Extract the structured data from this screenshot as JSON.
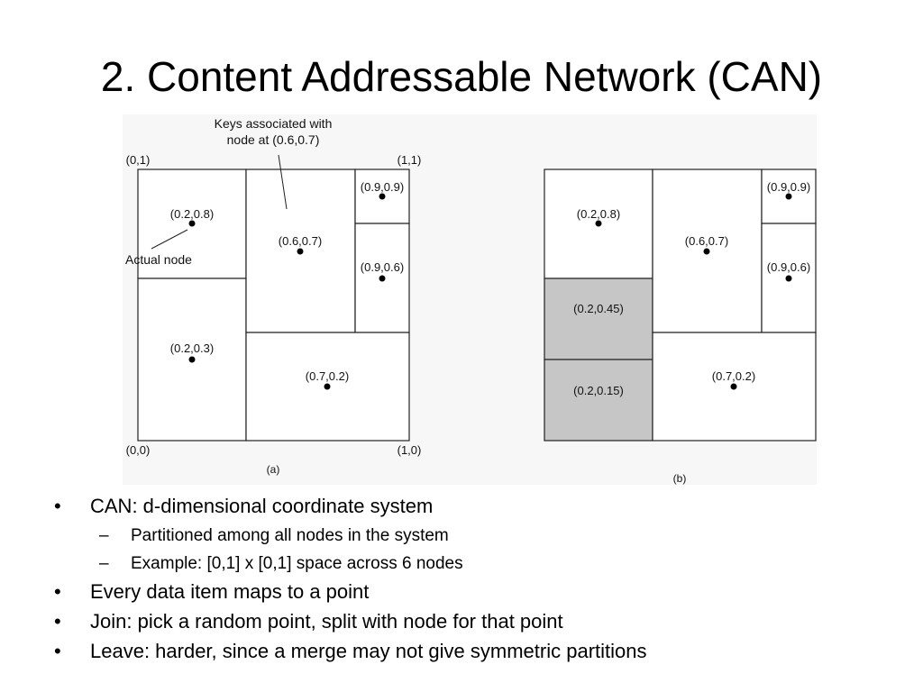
{
  "slide": {
    "title": "2. Content Addressable Network (CAN)"
  },
  "figure_a": {
    "caption": "(a)",
    "corners": {
      "top_left": "(0,1)",
      "top_right": "(1,1)",
      "bottom_left": "(0,0)",
      "bottom_right": "(1,0)"
    },
    "annotation_keys_line1": "Keys associated with",
    "annotation_keys_line2": "node at (0.6,0.7)",
    "annotation_node": "Actual node",
    "nodes": [
      "(0.2,0.8)",
      "(0.6,0.7)",
      "(0.9,0.9)",
      "(0.9,0.6)",
      "(0.2,0.3)",
      "(0.7,0.2)"
    ]
  },
  "figure_b": {
    "caption": "(b)",
    "nodes": [
      "(0.2,0.8)",
      "(0.6,0.7)",
      "(0.9,0.9)",
      "(0.9,0.6)",
      "(0.7,0.2)",
      "(0.2,0.45)",
      "(0.2,0.15)"
    ],
    "shaded_color": "#c6c6c6"
  },
  "bullets": [
    {
      "text": "CAN: d-dimensional coordinate system",
      "marker": "•"
    },
    {
      "text": "Partitioned among all nodes in the system",
      "marker": "–"
    },
    {
      "text": "Example: [0,1] x [0,1] space across 6 nodes",
      "marker": "–"
    },
    {
      "text": "Every data item maps to a point",
      "marker": "•"
    },
    {
      "text": "Join: pick a random point, split with node for that point",
      "marker": "•"
    },
    {
      "text": "Leave: harder, since a merge may not give symmetric partitions",
      "marker": "•"
    }
  ]
}
